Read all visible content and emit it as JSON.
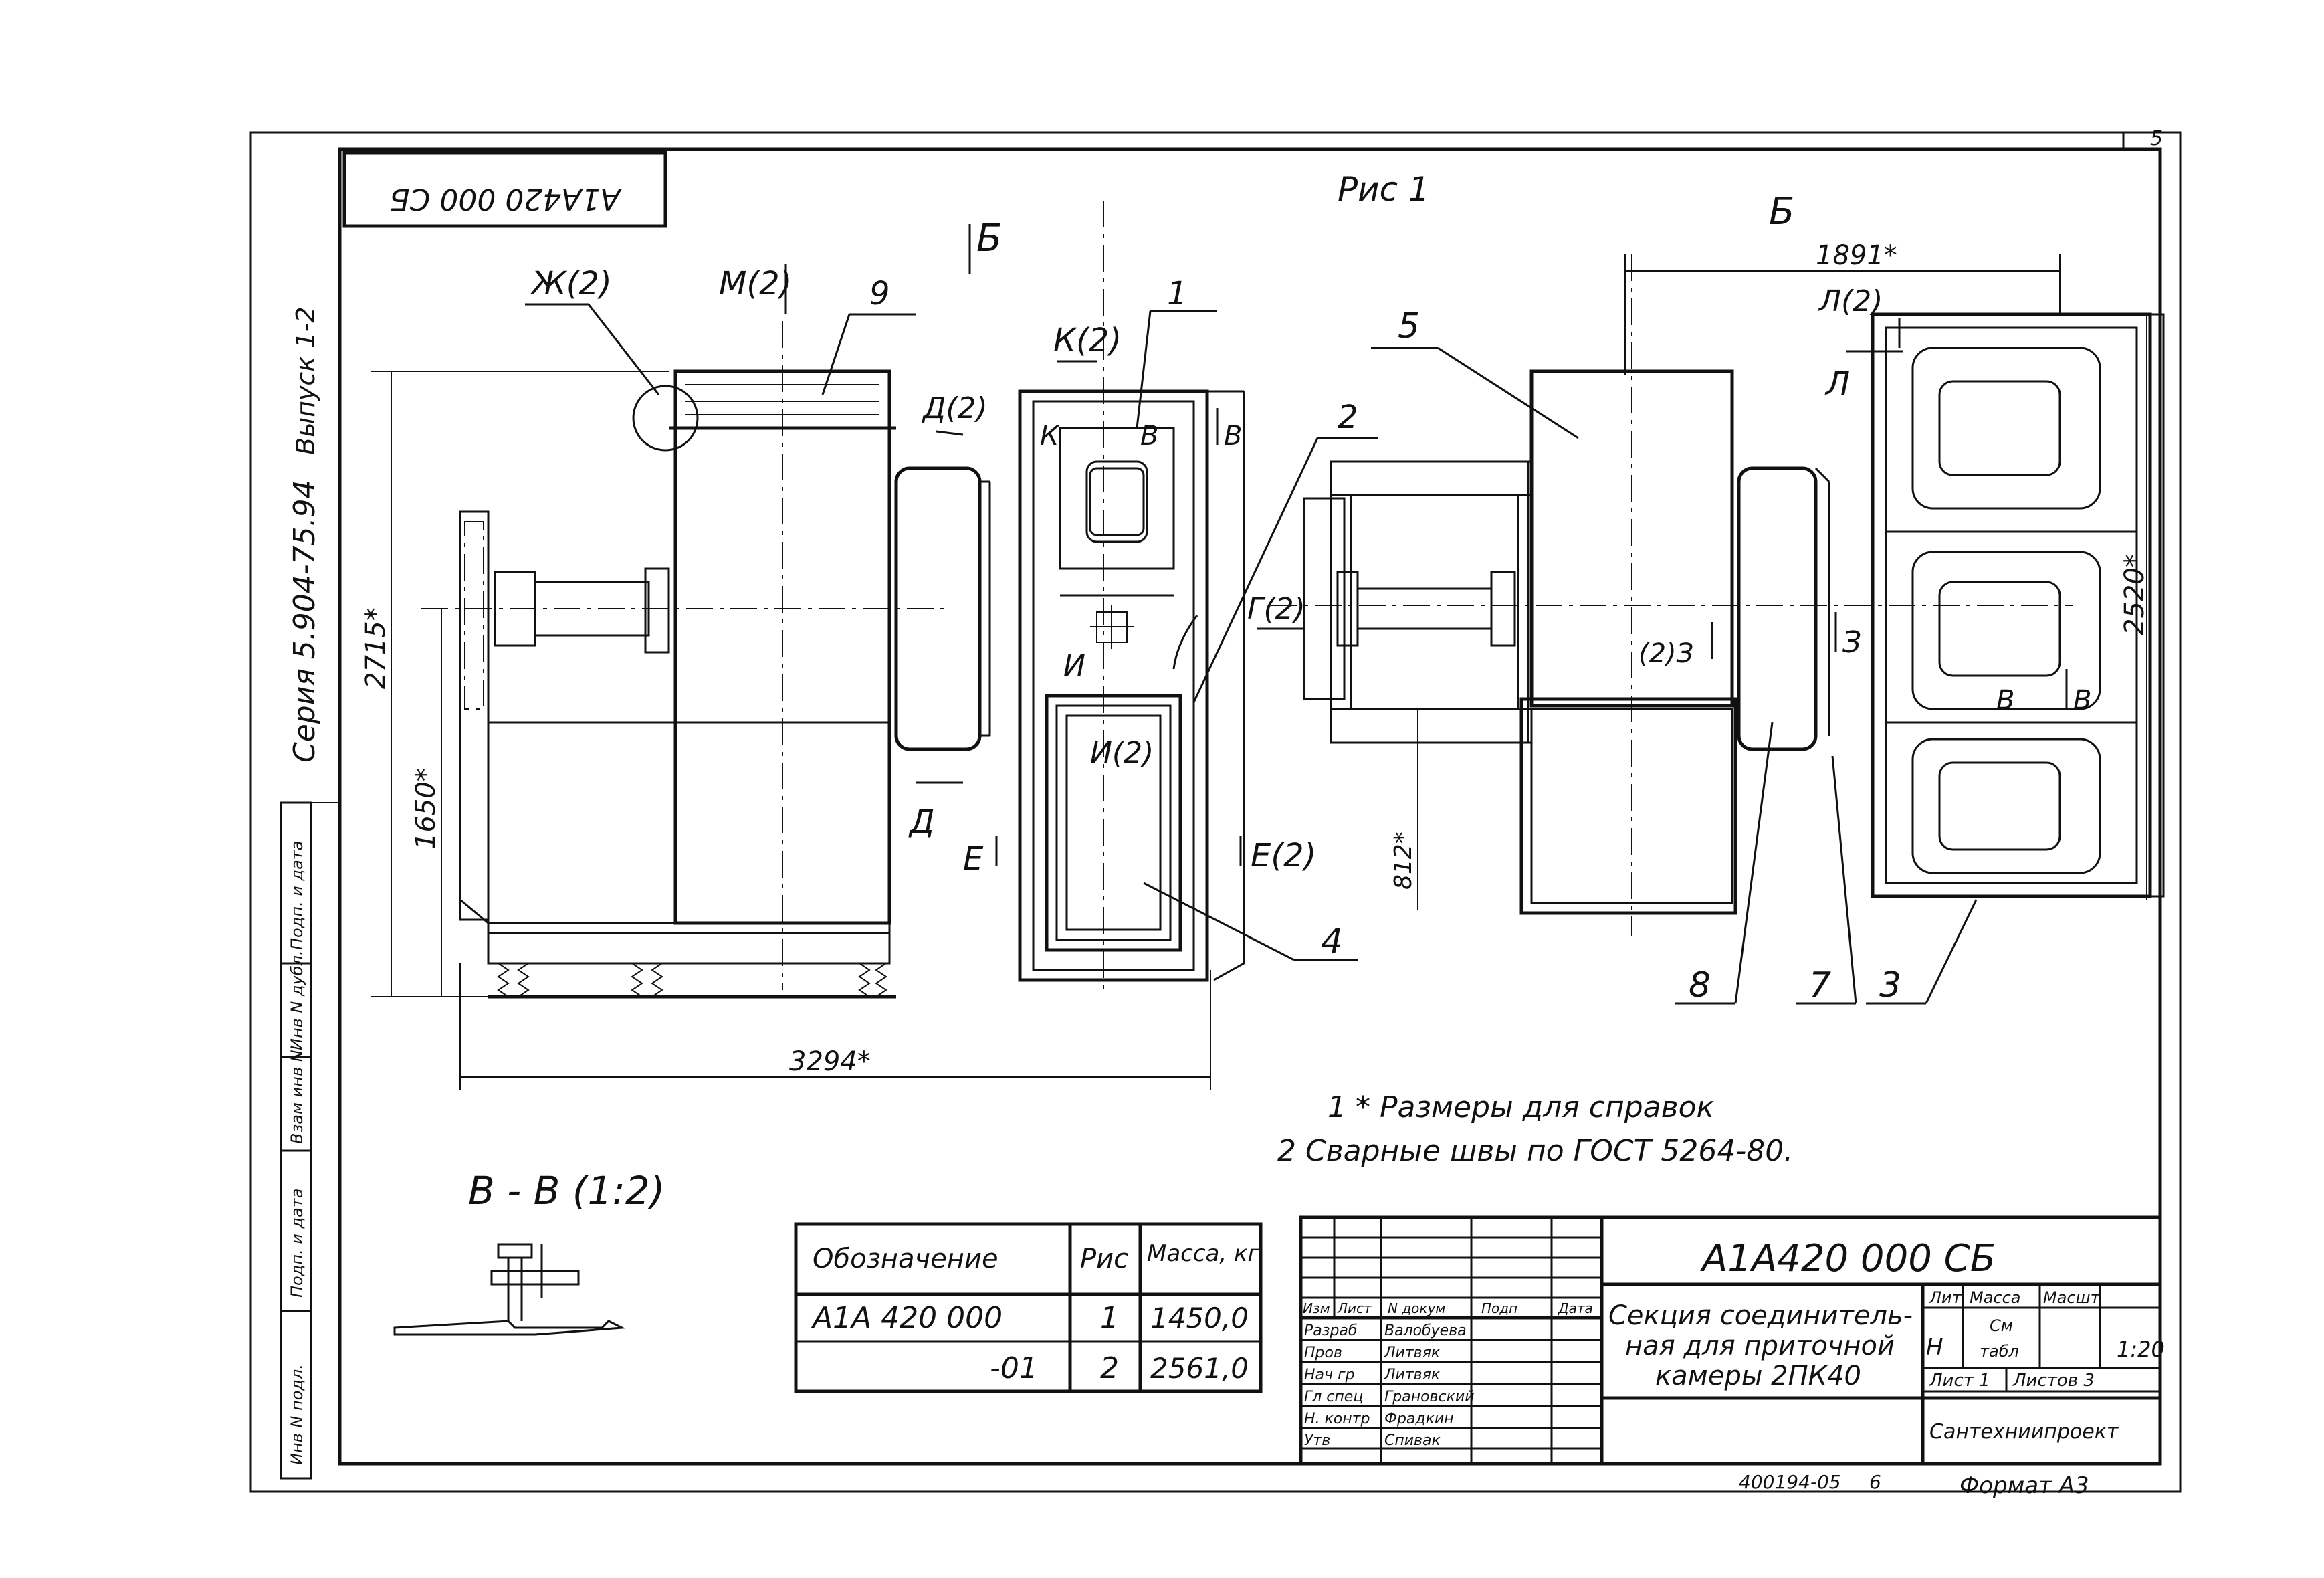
{
  "sheet": {
    "page_number": "5",
    "rotated_code": "А1А420 000 СБ",
    "figure_title": "Рис 1",
    "series_vertical": "Серия 5.904-75.94",
    "issue_vertical": "Выпуск 1-2"
  },
  "left_view": {
    "view_mark": "Б",
    "callout_zh": "Ж(2)",
    "callout_m": "М(2)",
    "callout_9": "9",
    "callout_1": "1",
    "callout_k": "К(2)",
    "callout_d2": "Д(2)",
    "callout_2": "2",
    "callout_i": "И",
    "callout_i2": "И(2)",
    "callout_d": "Д",
    "callout_e": "Е",
    "callout_e2": "Е(2)",
    "callout_4": "4",
    "callout_k_small": "К",
    "callout_b1": "В",
    "callout_b2": "В",
    "dim_height": "2715*",
    "dim_axis": "1650*",
    "dim_length": "3294*"
  },
  "right_view": {
    "view_mark": "Б",
    "dim_top": "1891*",
    "callout_l2": "Л(2)",
    "callout_l": "Л",
    "callout_5": "5",
    "callout_g": "Г(2)",
    "callout_z2": "(2)З",
    "callout_z": "З",
    "callout_b1": "В",
    "callout_b2": "В",
    "dim_side": "2520*",
    "dim_812": "812*",
    "callout_8": "8",
    "callout_7": "7",
    "callout_3": "3"
  },
  "notes": {
    "note1": "1 * Размеры для справок",
    "note2": "2 Сварные  швы по ГОСТ 5264-80."
  },
  "section": {
    "title": "В - В (1:2)"
  },
  "spec_table": {
    "headers": [
      "Обозначение",
      "Рис",
      "Масса, кг"
    ],
    "rows": [
      {
        "designation": "А1А 420 000",
        "fig": "1",
        "mass": "1450,0"
      },
      {
        "designation": "-01",
        "fig": "2",
        "mass": "2561,0"
      }
    ]
  },
  "title_block": {
    "code": "А1А420 000 СБ",
    "title_line1": "Секция соединитель-",
    "title_line2": "ная для приточной",
    "title_line3": "камеры 2ПК40",
    "col_headers": [
      "Изм",
      "Лист",
      "N докум",
      "Подп",
      "Дата"
    ],
    "roles": [
      {
        "role": "Разраб",
        "name": "Валобуева"
      },
      {
        "role": "Пров",
        "name": "Литвяк"
      },
      {
        "role": "Нач гр",
        "name": "Литвяк"
      },
      {
        "role": "Гл спец",
        "name": "Грановский"
      },
      {
        "role": "Н. контр",
        "name": "Фрадкин"
      },
      {
        "role": "Утв",
        "name": "Спивак"
      }
    ],
    "lit_label": "Лит",
    "mass_label": "Масса",
    "scale_label": "Масшт",
    "lit_value": "Н",
    "mass_value_1": "См",
    "mass_value_2": "табл",
    "scale_value": "1:20",
    "sheet_label": "Лист 1",
    "sheets_label": "Листов 3",
    "org": "Сантехниипроект",
    "bottom_code": "400194-05",
    "bottom_num": "6",
    "format": "Формат А3"
  },
  "side_stamp": {
    "cells": [
      "Подп. и дата",
      "Инв N дубл.",
      "Взам инв N",
      "Подп. и дата",
      "Инв N подл."
    ]
  }
}
